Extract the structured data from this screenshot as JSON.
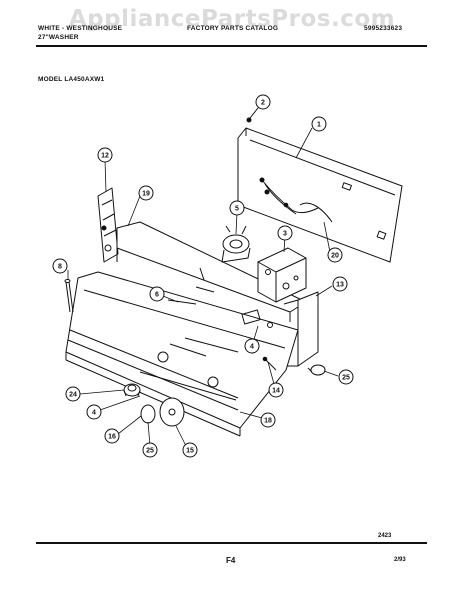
{
  "header": {
    "brand_line1": "WHITE - WESTINGHOUSE",
    "brand_line2": "27\"WASHER",
    "catalog": "FACTORY PARTS CATALOG",
    "catalog_number": "5995233623",
    "model": "MODEL LA450AXW1"
  },
  "watermark": "AppliancePartsPros.com",
  "footer": {
    "drawing_number": "2423",
    "figure": "F4",
    "date": "2/93"
  },
  "callouts": [
    {
      "id": "c1",
      "label": "1"
    },
    {
      "id": "c2",
      "label": "2"
    },
    {
      "id": "c3",
      "label": "3"
    },
    {
      "id": "c4a",
      "label": "4"
    },
    {
      "id": "c4b",
      "label": "4"
    },
    {
      "id": "c5",
      "label": "5"
    },
    {
      "id": "c6",
      "label": "6"
    },
    {
      "id": "c8",
      "label": "8"
    },
    {
      "id": "c12",
      "label": "12"
    },
    {
      "id": "c13",
      "label": "13"
    },
    {
      "id": "c14",
      "label": "14"
    },
    {
      "id": "c15",
      "label": "15"
    },
    {
      "id": "c16",
      "label": "16"
    },
    {
      "id": "c18",
      "label": "18"
    },
    {
      "id": "c19",
      "label": "19"
    },
    {
      "id": "c20",
      "label": "20"
    },
    {
      "id": "c24",
      "label": "24"
    },
    {
      "id": "c25a",
      "label": "25"
    },
    {
      "id": "c25b",
      "label": "25"
    }
  ]
}
